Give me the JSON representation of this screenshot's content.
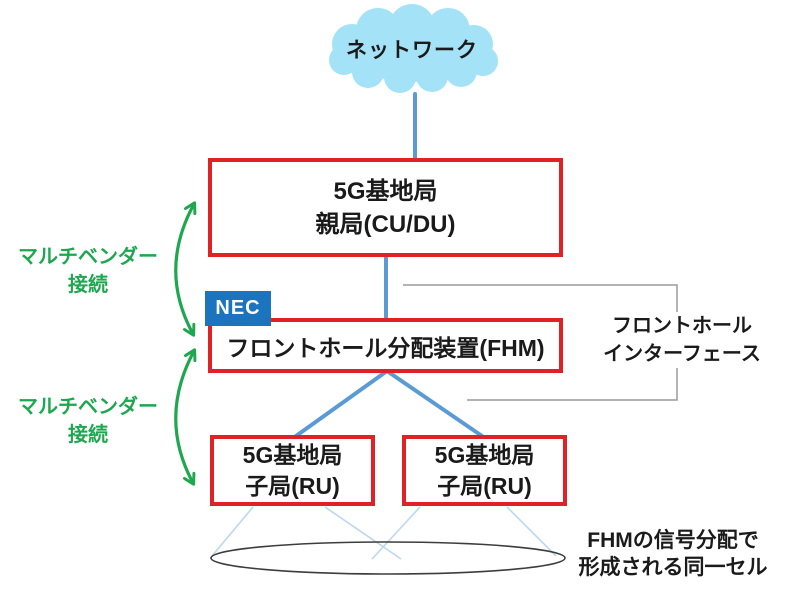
{
  "cloud": {
    "label": "ネットワーク"
  },
  "boxes": {
    "cu_du": {
      "line1": "5G基地局",
      "line2": "親局(CU/DU)"
    },
    "fhm": {
      "label": "フロントホール分配装置(FHM)"
    },
    "ru_left": {
      "line1": "5G基地局",
      "line2": "子局(RU)"
    },
    "ru_right": {
      "line1": "5G基地局",
      "line2": "子局(RU)"
    }
  },
  "nec_badge": {
    "label": "NEC"
  },
  "annotations": {
    "multivendor_top": {
      "line1": "マルチベンダー",
      "line2": "接続"
    },
    "multivendor_bottom": {
      "line1": "マルチベンダー",
      "line2": "接続"
    },
    "fronthaul_interface": {
      "line1": "フロントホール",
      "line2": "インターフェース"
    },
    "cell_note": {
      "line1": "FHMの信号分配で",
      "line2": "形成される同一セル"
    }
  },
  "colors": {
    "red": "#e02227",
    "blue": "#5b9bd5",
    "green": "#1fa750",
    "cloud": "#a3e2f7",
    "nec": "#1b74bd",
    "gray": "#9a9a9a",
    "beam": "#bdd7ee",
    "ellipse": "#3d3d3d",
    "ink": "#1a1a1a"
  }
}
